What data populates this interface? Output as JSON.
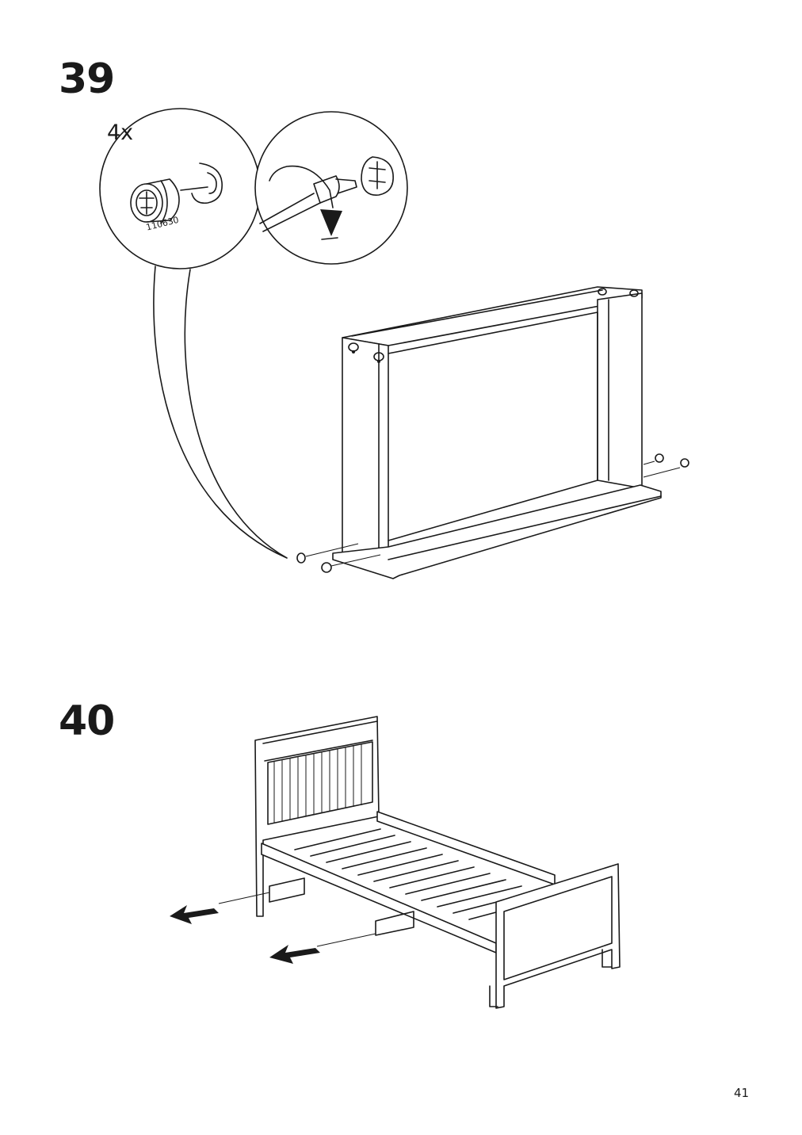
{
  "steps": [
    {
      "number": "39",
      "quantity": "4x",
      "part_number": "110630"
    },
    {
      "number": "40"
    }
  ],
  "page_number": "41",
  "icons": [
    "cam-lock-icon",
    "screwdriver-icon",
    "bed-frame-illustration",
    "arrow-icon"
  ]
}
